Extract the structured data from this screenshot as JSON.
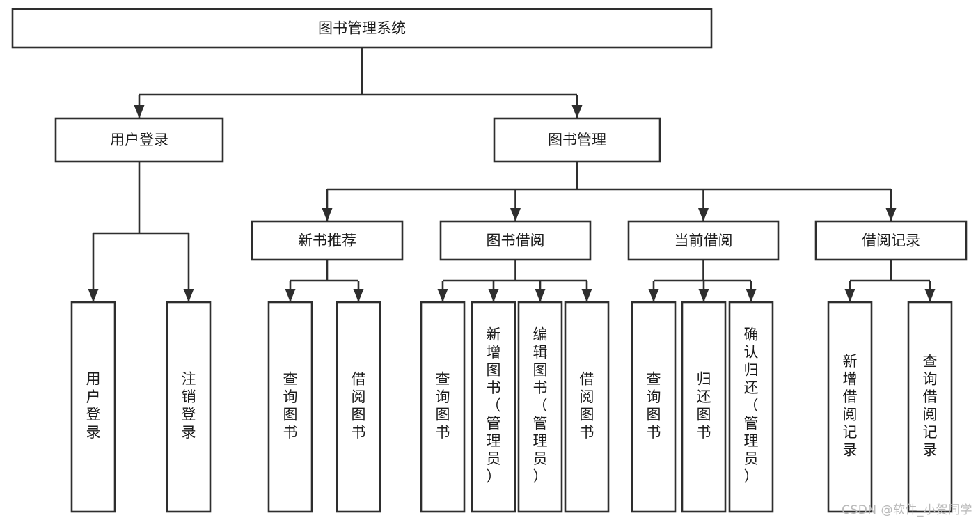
{
  "diagram": {
    "type": "tree",
    "title": "图书管理系统",
    "orientation": "top-down",
    "style": {
      "box_fill": "#ffffff",
      "box_stroke": "#2e2e2e",
      "line_color": "#2e2e2e",
      "text_color": "#1b1b1b",
      "background": "#ffffff"
    },
    "root": {
      "id": "root",
      "label": "图书管理系统",
      "text_orientation": "horizontal"
    },
    "level1": [
      {
        "id": "user-login",
        "label": "用户登录",
        "text_orientation": "horizontal"
      },
      {
        "id": "book-manage",
        "label": "图书管理",
        "text_orientation": "horizontal"
      }
    ],
    "level2": [
      {
        "id": "new-book-recommend",
        "parent": "book-manage",
        "label": "新书推荐",
        "text_orientation": "horizontal"
      },
      {
        "id": "book-borrow",
        "parent": "book-manage",
        "label": "图书借阅",
        "text_orientation": "horizontal"
      },
      {
        "id": "current-borrow",
        "parent": "book-manage",
        "label": "当前借阅",
        "text_orientation": "horizontal"
      },
      {
        "id": "borrow-record",
        "parent": "book-manage",
        "label": "借阅记录",
        "text_orientation": "horizontal"
      }
    ],
    "leaves": [
      {
        "id": "leaf-user-login",
        "parent": "user-login",
        "label": "用户登录",
        "text_orientation": "vertical"
      },
      {
        "id": "leaf-user-logout",
        "parent": "user-login",
        "label": "注销登录",
        "text_orientation": "vertical"
      },
      {
        "id": "leaf-query-book-new",
        "parent": "new-book-recommend",
        "label": "查询图书",
        "text_orientation": "vertical"
      },
      {
        "id": "leaf-borrow-book-new",
        "parent": "new-book-recommend",
        "label": "借阅图书",
        "text_orientation": "vertical"
      },
      {
        "id": "leaf-query-book-borrow",
        "parent": "book-borrow",
        "label": "查询图书",
        "text_orientation": "vertical"
      },
      {
        "id": "leaf-add-book",
        "parent": "book-borrow",
        "label": "新增图书（管理员）",
        "text_orientation": "vertical"
      },
      {
        "id": "leaf-edit-book",
        "parent": "book-borrow",
        "label": "编辑图书（管理员）",
        "text_orientation": "vertical"
      },
      {
        "id": "leaf-borrow-book",
        "parent": "book-borrow",
        "label": "借阅图书",
        "text_orientation": "vertical"
      },
      {
        "id": "leaf-query-book-current",
        "parent": "current-borrow",
        "label": "查询图书",
        "text_orientation": "vertical"
      },
      {
        "id": "leaf-return-book",
        "parent": "current-borrow",
        "label": "归还图书",
        "text_orientation": "vertical"
      },
      {
        "id": "leaf-confirm-return",
        "parent": "current-borrow",
        "label": "确认归还（管理员）",
        "text_orientation": "vertical"
      },
      {
        "id": "leaf-add-record",
        "parent": "borrow-record",
        "label": "新增借阅记录",
        "text_orientation": "vertical"
      },
      {
        "id": "leaf-query-record",
        "parent": "borrow-record",
        "label": "查询借阅记录",
        "text_orientation": "vertical"
      }
    ]
  },
  "watermark": {
    "text": "CSDN @软件_小贺同学"
  }
}
